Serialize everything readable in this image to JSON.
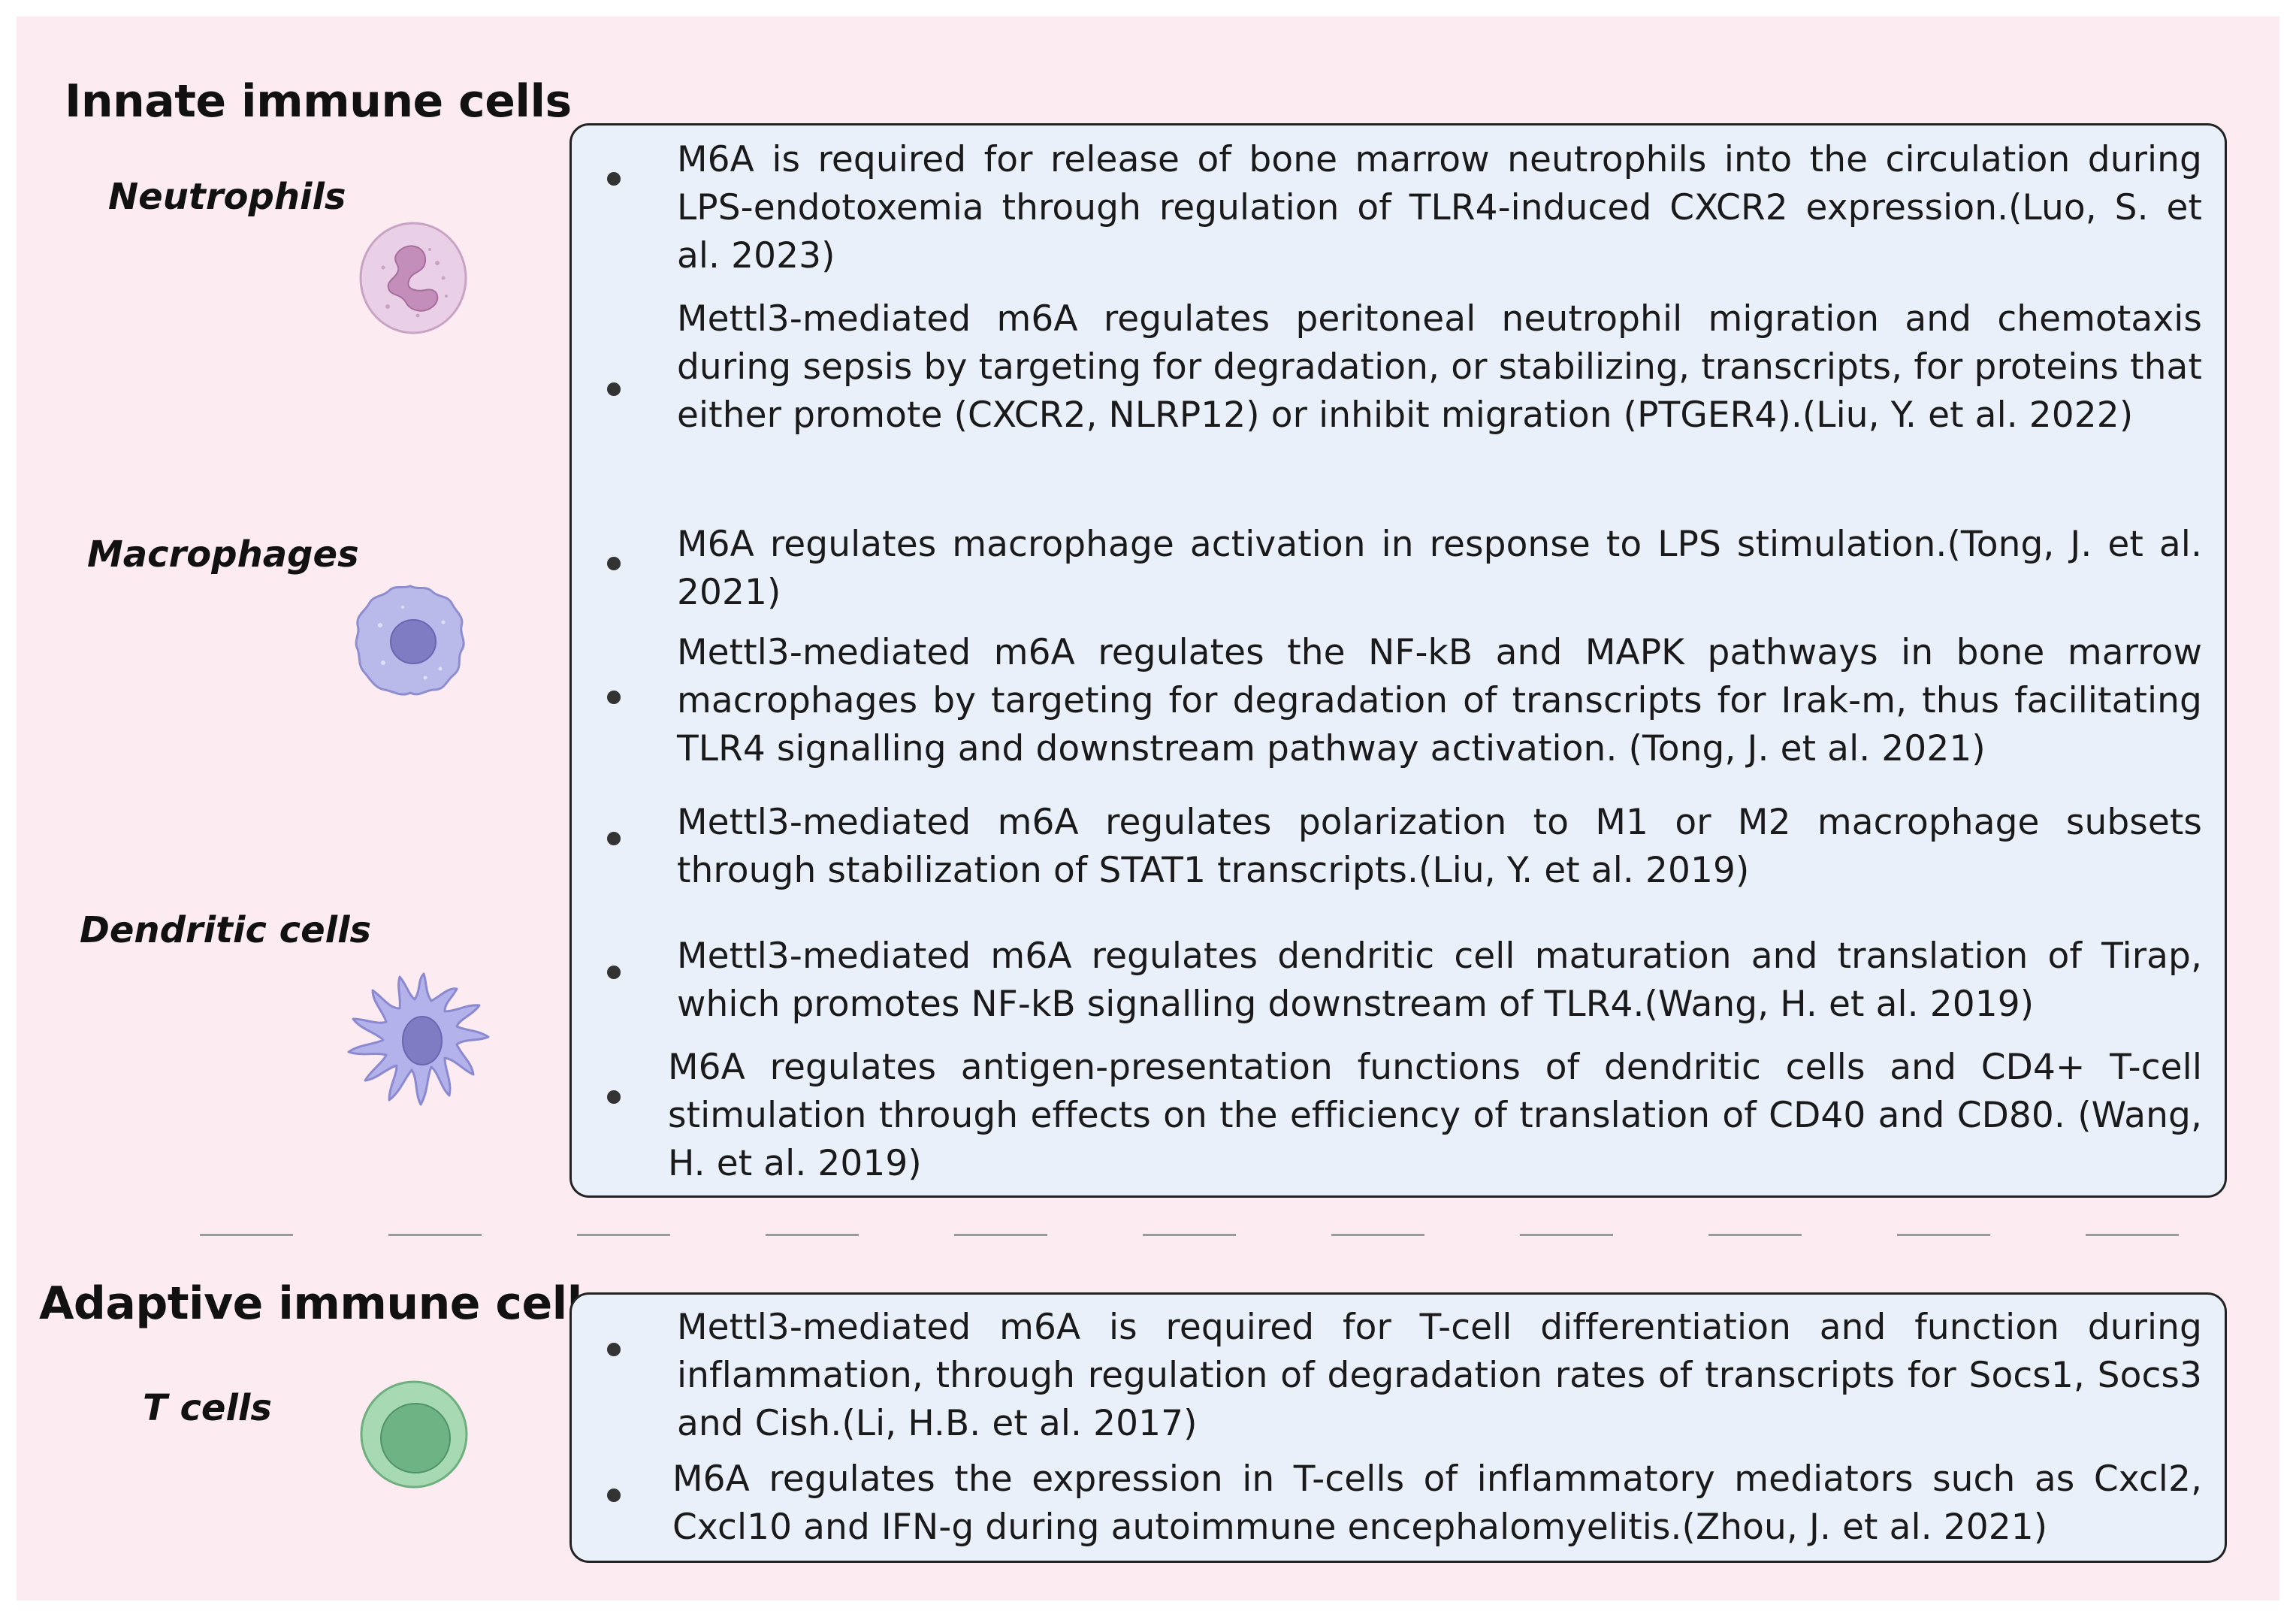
{
  "innate": {
    "title": "Innate immune cells",
    "cells": {
      "neutrophils": "Neutrophils",
      "macrophages": "Macrophages",
      "dendritic": "Dendritic cells"
    },
    "bullets": [
      "M6A is required for release of bone marrow neutrophils into the circulation during LPS-endotoxemia through regulation of TLR4-induced CXCR2 expression.(Luo, S. et al. 2023)",
      "Mettl3-mediated m6A regulates peritoneal neutrophil migration and chemotaxis during sepsis by targeting for degradation, or stabilizing, transcripts, for proteins that either promote (CXCR2, NLRP12) or inhibit migration (PTGER4).(Liu, Y. et al. 2022)",
      "M6A regulates  macrophage activation in response to LPS stimulation.(Tong, J. et al. 2021)",
      "Mettl3-mediated m6A regulates the NF-kB and MAPK pathways in bone marrow macrophages by targeting for degradation of transcripts for Irak-m, thus facilitating TLR4 signalling and downstream pathway activation. (Tong, J. et al. 2021)",
      "Mettl3-mediated m6A regulates  polarization to M1 or M2 macrophage subsets through stabilization of STAT1 transcripts.(Liu, Y. et al. 2019)",
      "Mettl3-mediated m6A regulates dendritic cell maturation and translation of Tirap, which promotes NF-kB signalling downstream of TLR4.(Wang, H. et al. 2019)",
      "M6A regulates antigen-presentation functions of dendritic cells  and CD4+ T-cell stimulation through effects on the efficiency of translation of CD40 and CD80. (Wang, H. et al. 2019)"
    ]
  },
  "adaptive": {
    "title": "Adaptive immune cells",
    "cells": {
      "tcells": "T cells"
    },
    "bullets": [
      "Mettl3-mediated m6A is required for  T-cell differentiation and function during inflammation, through regulation of degradation rates of transcripts for Socs1, Socs3 and Cish.(Li, H.B. et al. 2017)",
      "M6A regulates the expression in T-cells of inflammatory mediators such as Cxcl2, Cxcl10 and IFN-g during autoimmune encephalomyelitis.(Zhou, J. et al. 2021)"
    ]
  },
  "colors": {
    "background": "#fcecf2",
    "box_fill": "#e9f0fa",
    "box_border": "#222222",
    "neutrophil": "#e8c8e3",
    "macrophage": "#b9b9ea",
    "dendritic": "#b3b2ea",
    "tcell": "#9fd4ab"
  },
  "icons": [
    "neutrophil-icon",
    "macrophage-icon",
    "dendritic-cell-icon",
    "t-cell-icon"
  ]
}
